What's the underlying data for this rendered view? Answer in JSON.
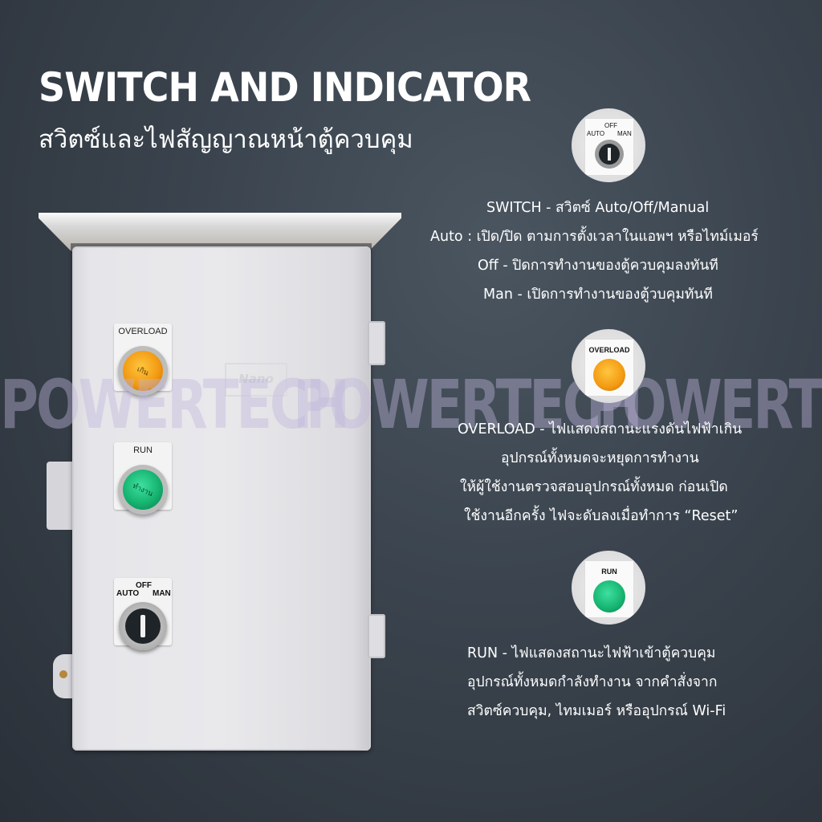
{
  "heading": {
    "title": "SWITCH AND INDICATOR",
    "subtitle": "สวิตซ์และไฟสัญญาณหน้าตู้ควบคุม"
  },
  "watermark": [
    "POWERTECH",
    "POWERTECH",
    "POWERTECH"
  ],
  "cabinet": {
    "brand": "Nano",
    "overload_label": "OVERLOAD",
    "overload_lens_text": "เกิน",
    "run_label": "RUN",
    "run_lens_text": "ทำงาน",
    "selector_labels": {
      "auto": "AUTO",
      "off": "OFF",
      "man": "MAN"
    }
  },
  "switch_section": {
    "thumb_labels": {
      "auto": "AUTO",
      "off": "OFF",
      "man": "MAN"
    },
    "lines": [
      "SWITCH - สวิตซ์ Auto/Off/Manual",
      "Auto : เปิด/ปิด ตามการตั้งเวลาในแอพฯ หรือไทม์เมอร์",
      "Off - ปิดการทำงานของตู้ควบคุมลงทันที",
      "Man - เปิดการทำงานของตู้วบคุมทันที"
    ]
  },
  "overload_section": {
    "thumb_label": "OVERLOAD",
    "lines": [
      "OVERLOAD - ไฟแสดงสถานะแรงดันไฟฟ้าเกิน",
      "อุปกรณ์ทั้งหมดจะหยุดการทำงาน",
      "ให้ผู้ใช้งานตรวจสอบอุปกรณ์ทั้งหมด ก่อนเปิด",
      "ใช้งานอีกครั้ง ไฟจะดับลงเมื่อทำการ “Reset”"
    ]
  },
  "run_section": {
    "thumb_label": "RUN",
    "lines": [
      "RUN - ไฟแสดงสถานะไฟฟ้าเข้าตู้ควบคุม",
      "อุปกรณ์ทั้งหมดกำลังทำงาน จากคำสั่งจาก",
      "สวิตซ์ควบคุม, ไทมเมอร์ หรืออุปกรณ์ Wi-Fi"
    ]
  },
  "colors": {
    "background": "#3a434d",
    "amber_lamp": "#f29a12",
    "green_lamp": "#16b370",
    "watermark": "#bebedc"
  }
}
